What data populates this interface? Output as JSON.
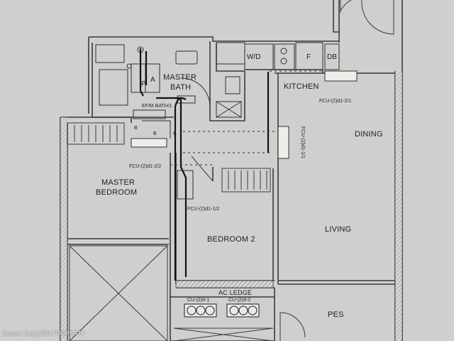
{
  "rooms": {
    "master_bath": [
      "MASTER",
      "BATH"
    ],
    "kitchen": "KITCHEN",
    "dining": "DINING",
    "master_bedroom": [
      "MASTER",
      "BEDROOM"
    ],
    "living": "LIVING",
    "bedroom2": "BEDROOM 2",
    "ac_ledge": "AC LEDGE",
    "pes": "PES"
  },
  "fixtures": {
    "wd": "W/D",
    "fridge": "F",
    "db": "DB",
    "pump": "P",
    "a": "A",
    "b1": "B",
    "b2": "B",
    "b3": "B",
    "ef": "EF/M BATH/1"
  },
  "units": {
    "fcu_kitchen": "FCU-(2)d1-2/1",
    "fcu_dining": "FCU-(2)d1-1/1",
    "fcu_master": "FCU-(2)d1-2/2",
    "fcu_bed2": "FCU-(2)d1-1/2",
    "cu1": "CU-(2)d-1",
    "cu2": "CU-(2)d-2"
  },
  "credit": "Evonne Tang | SRX PROPERTY"
}
